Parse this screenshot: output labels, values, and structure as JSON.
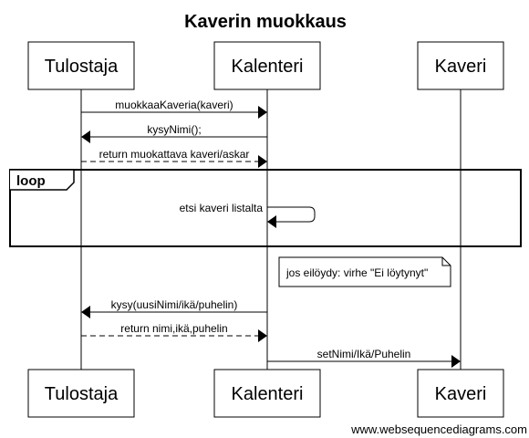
{
  "diagram": {
    "title": "Kaverin muokkaus",
    "participants": [
      {
        "id": "tulostaja",
        "label": "Tulostaja"
      },
      {
        "id": "kalenteri",
        "label": "Kalenteri"
      },
      {
        "id": "kaveri",
        "label": "Kaveri"
      }
    ],
    "messages": [
      {
        "label": "muokkaaKaveria(kaveri)",
        "style": "solid"
      },
      {
        "label": "kysyNimi();",
        "style": "solid"
      },
      {
        "label": "return muokattava kaveri/askar",
        "style": "dashed"
      },
      {
        "label": "etsi kaveri listalta",
        "style": "solid"
      },
      {
        "label": "kysy(uusiNimi/ikä/puhelin)",
        "style": "solid"
      },
      {
        "label": "return nimi,ikä,puhelin",
        "style": "dashed"
      },
      {
        "label": "setNimi/Ikä/Puhelin",
        "style": "solid"
      }
    ],
    "loop_label": "loop",
    "note": "jos eilöydy: virhe \"Ei löytynyt\"",
    "credit": "www.websequencediagrams.com"
  }
}
